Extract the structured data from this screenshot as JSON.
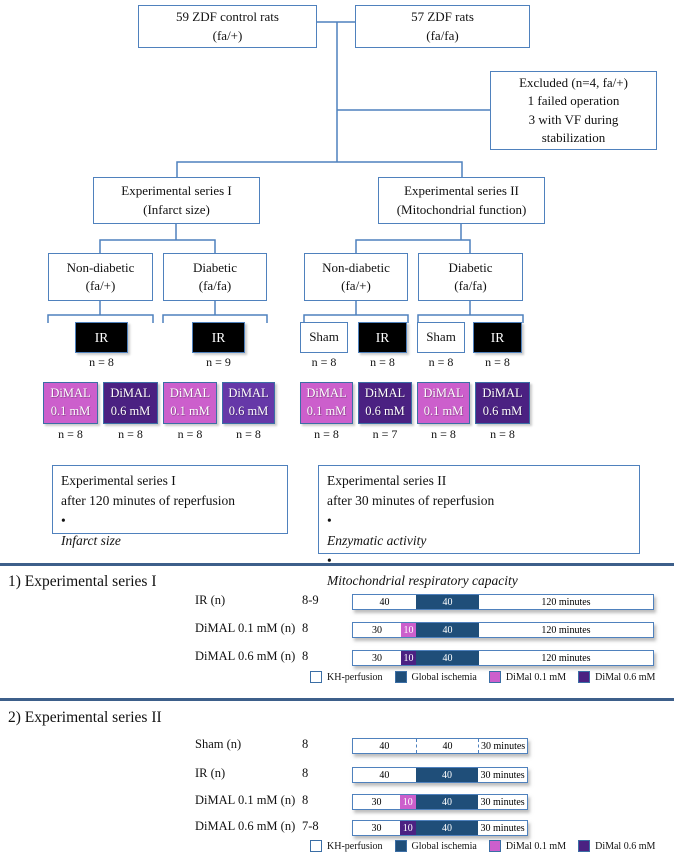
{
  "colors": {
    "border_blue": "#4F81BD",
    "ischemia_blue": "#1F4E79",
    "dimal_pink": "#CC5FCC",
    "dimal_purple": "#4B2182",
    "dimal_purple_light": "#6638A8",
    "divider_blue": "#3D5F8A",
    "black_fill": "#000000"
  },
  "flowchart": {
    "top_boxes": [
      {
        "lines": [
          "59 ZDF control rats",
          "(fa/+)"
        ]
      },
      {
        "lines": [
          "57 ZDF rats",
          "(fa/fa)"
        ]
      }
    ],
    "excluded_box": {
      "lines": [
        "Excluded (n=4, fa/+)",
        "1 failed operation",
        "3 with VF during",
        "stabilization"
      ]
    },
    "series_boxes": [
      {
        "lines": [
          "Experimental series I",
          "(Infarct size)"
        ]
      },
      {
        "lines": [
          "Experimental series II",
          "(Mitochondrial function)"
        ]
      }
    ],
    "group_boxes": [
      {
        "lines": [
          "Non-diabetic",
          "(fa/+)"
        ]
      },
      {
        "lines": [
          "Diabetic",
          "(fa/fa)"
        ]
      },
      {
        "lines": [
          "Non-diabetic",
          "(fa/+)"
        ]
      },
      {
        "lines": [
          "Diabetic",
          "(fa/fa)"
        ]
      }
    ],
    "treatment_boxes": [
      {
        "label": "IR",
        "style": "black",
        "n": "n = 8"
      },
      {
        "label": "IR",
        "style": "black",
        "n": "n = 9"
      },
      {
        "label": "Sham",
        "style": "white",
        "n": "n = 8"
      },
      {
        "label": "IR",
        "style": "black",
        "n": "n = 8"
      },
      {
        "label": "Sham",
        "style": "white",
        "n": "n = 8"
      },
      {
        "label": "IR",
        "style": "black",
        "n": "n = 8"
      }
    ],
    "dimal_boxes": [
      {
        "lines": [
          "DiMAL",
          "0.1 mM"
        ],
        "color": "pink",
        "n": "n = 8"
      },
      {
        "lines": [
          "DiMAL",
          "0.6 mM"
        ],
        "color": "purple",
        "n": "n = 8"
      },
      {
        "lines": [
          "DiMAL",
          "0.1 mM"
        ],
        "color": "pink",
        "n": "n = 8"
      },
      {
        "lines": [
          "DiMAL",
          "0.6 mM"
        ],
        "color": "purple_light",
        "n": "n = 8"
      },
      {
        "lines": [
          "DiMAL",
          "0.1 mM"
        ],
        "color": "pink",
        "n": "n = 8"
      },
      {
        "lines": [
          "DiMAL",
          "0.6 mM"
        ],
        "color": "purple",
        "n": "n = 7"
      },
      {
        "lines": [
          "DiMAL",
          "0.1 mM"
        ],
        "color": "pink",
        "n": "n = 8"
      },
      {
        "lines": [
          "DiMAL",
          "0.6 mM"
        ],
        "color": "purple",
        "n": "n = 8"
      }
    ],
    "summary_boxes": [
      {
        "lines": [
          {
            "text": "Experimental series I"
          },
          {
            "text": "after 120 minutes of reperfusion"
          },
          {
            "text": "Infarct size",
            "bullet": true,
            "italic": true
          }
        ]
      },
      {
        "lines": [
          {
            "text": "Experimental series II"
          },
          {
            "text": "after 30 minutes of reperfusion"
          },
          {
            "text": "Enzymatic activity",
            "bullet": true,
            "italic": true
          },
          {
            "text": "Mitochondrial respiratory capacity",
            "bullet": true,
            "italic": true
          }
        ]
      }
    ]
  },
  "timelines": [
    {
      "heading": "1) Experimental series I",
      "rows": [
        {
          "label": "IR (n)",
          "n": "8-9",
          "segments": [
            {
              "text": "40",
              "type": "kh",
              "pct": 21
            },
            {
              "text": "40",
              "type": "ischemia",
              "pct": 21
            },
            {
              "text": "120 minutes",
              "type": "kh",
              "pct": 58
            }
          ]
        },
        {
          "label": "DiMAL 0.1 mM (n)",
          "n": "8",
          "segments": [
            {
              "text": "30",
              "type": "kh",
              "pct": 16
            },
            {
              "text": "10",
              "type": "dimal01",
              "pct": 5
            },
            {
              "text": "40",
              "type": "ischemia",
              "pct": 21
            },
            {
              "text": "120 minutes",
              "type": "kh",
              "pct": 58
            }
          ]
        },
        {
          "label": "DiMAL 0.6 mM (n)",
          "n": "8",
          "segments": [
            {
              "text": "30",
              "type": "kh",
              "pct": 16
            },
            {
              "text": "10",
              "type": "dimal06",
              "pct": 5
            },
            {
              "text": "40",
              "type": "ischemia",
              "pct": 21
            },
            {
              "text": "120 minutes",
              "type": "kh",
              "pct": 58
            }
          ]
        }
      ],
      "legend": [
        {
          "label": "KH-perfusion",
          "type": "kh"
        },
        {
          "label": "Global ischemia",
          "type": "ischemia"
        },
        {
          "label": "DiMal 0.1 mM",
          "type": "dimal01"
        },
        {
          "label": "DiMal 0.6 mM",
          "type": "dimal06"
        }
      ]
    },
    {
      "heading": "2) Experimental series II",
      "rows": [
        {
          "label": "Sham (n)",
          "n": "8",
          "segments": [
            {
              "text": "40",
              "type": "kh",
              "pct": 36
            },
            {
              "text": "40",
              "type": "kh",
              "pct": 36,
              "dashed_left": true
            },
            {
              "text": "30 minutes",
              "type": "kh",
              "pct": 28,
              "dashed_left": true
            }
          ]
        },
        {
          "label": "IR (n)",
          "n": "8",
          "segments": [
            {
              "text": "40",
              "type": "kh",
              "pct": 36
            },
            {
              "text": "40",
              "type": "ischemia",
              "pct": 36
            },
            {
              "text": "30 minutes",
              "type": "kh",
              "pct": 28
            }
          ]
        },
        {
          "label": "DiMAL 0.1 mM (n)",
          "n": "8",
          "segments": [
            {
              "text": "30",
              "type": "kh",
              "pct": 27
            },
            {
              "text": "10",
              "type": "dimal01",
              "pct": 9
            },
            {
              "text": "40",
              "type": "ischemia",
              "pct": 36
            },
            {
              "text": "30 minutes",
              "type": "kh",
              "pct": 28
            }
          ]
        },
        {
          "label": "DiMAL 0.6 mM (n)",
          "n": "7-8",
          "segments": [
            {
              "text": "30",
              "type": "kh",
              "pct": 27
            },
            {
              "text": "10",
              "type": "dimal06",
              "pct": 9
            },
            {
              "text": "40",
              "type": "ischemia",
              "pct": 36
            },
            {
              "text": "30 minutes",
              "type": "kh",
              "pct": 28
            }
          ]
        }
      ],
      "legend": [
        {
          "label": "KH-perfusion",
          "type": "kh"
        },
        {
          "label": "Global ischemia",
          "type": "ischemia"
        },
        {
          "label": "DiMal 0.1 mM",
          "type": "dimal01"
        },
        {
          "label": "DiMal 0.6 mM",
          "type": "dimal06"
        }
      ]
    }
  ]
}
